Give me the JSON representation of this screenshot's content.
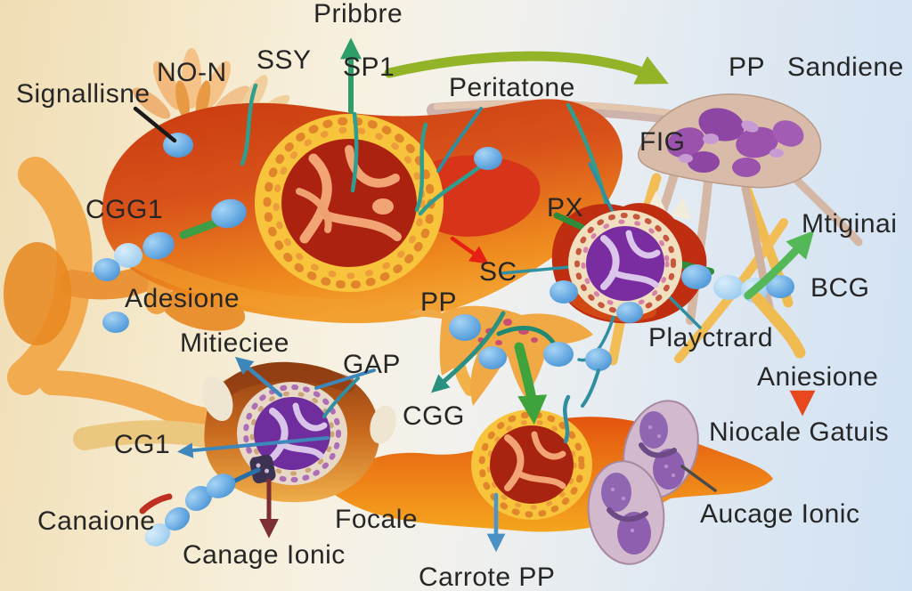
{
  "figure": {
    "labels": {
      "signallisne": "Signallisne",
      "no_n": "NO-N",
      "ssy": "SSY",
      "pribbre": "Pribbre",
      "sp1": "SP1",
      "peritatone": "Peritatone",
      "pp_top": "PP",
      "sandiene": "Sandiene",
      "fig": "FIG",
      "px": "PX",
      "mtiginai": "Mtiginai",
      "bcg": "BCG",
      "sc": "SC",
      "cgg1": "CGG1",
      "adesione": "Adesione",
      "mitieciee": "Mitieciee",
      "gap": "GAP",
      "pp_mid": "PP",
      "cgg": "CGG",
      "playctrard": "Playctrard",
      "aniesione": "Aniesione",
      "niocale_gatuis": "Niocale Gatuis",
      "cg1": "CG1",
      "canaione": "Canaione",
      "canage_ionic": "Canage Ionic",
      "focale": "Focale",
      "carrote_pp": "Carrote PP",
      "aucage_ionic": "Aucage Ionic"
    },
    "palette": {
      "background_left": "#f0ddb4",
      "background_right": "#d2e2f4",
      "cell_body_orange": "#ef8c1e",
      "cell_body_deep_red": "#c8390f",
      "nucleus_ring_yellow": "#f8c43c",
      "nucleus_core_red": "#ab2310",
      "nucleus_core_purple": "#7b2fa2",
      "vesicle_blue": "#57a3e0",
      "membrane_teal": "#2f9e8f",
      "dendritic_tan": "#d8bca9",
      "dendritic_purple": "#9a52ad",
      "lymph_lavender": "#d2b9cd",
      "lymph_purple": "#9066b2",
      "arrow_green": "#3fa33c",
      "arrow_olive": "#93b428",
      "arrow_red": "#e62014",
      "arrow_dark_red": "#7e2f36",
      "arrow_blue": "#4a90c4",
      "arrow_orange_red": "#e8541e"
    }
  }
}
